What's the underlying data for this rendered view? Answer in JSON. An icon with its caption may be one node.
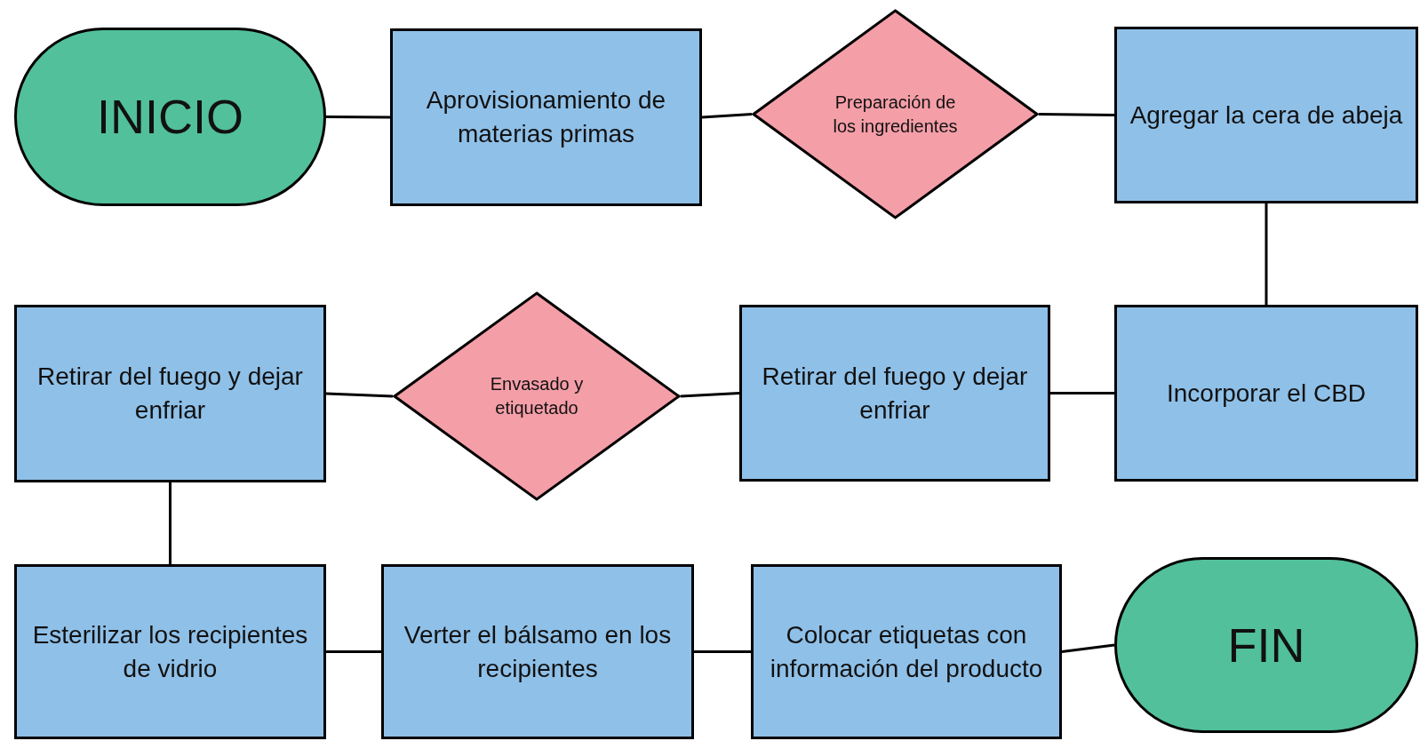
{
  "diagram": {
    "nodes": [
      {
        "text": [
          "INICIO"
        ]
      },
      {
        "text": [
          "Aprovisionamiento de materias primas"
        ]
      },
      {
        "text": [
          "Preparación de los ingredientes"
        ]
      },
      {
        "text": [
          "Agregar la cera de abeja"
        ]
      },
      {
        "text": [
          "Incorporar el CBD"
        ]
      },
      {
        "text": [
          "Retirar del fuego y dejar enfriar"
        ]
      },
      {
        "text": [
          "Envasado y etiquetado"
        ]
      },
      {
        "text": [
          "Retirar del fuego y dejar enfriar"
        ]
      },
      {
        "text": [
          "Esterilizar los recipientes de vidrio"
        ]
      },
      {
        "text": [
          "Verter el bálsamo en los recipientes"
        ]
      },
      {
        "text": [
          "Colocar etiquetas con información del producto"
        ]
      },
      {
        "text": [
          "FIN"
        ]
      }
    ],
    "edges": [
      {
        "from": 0,
        "to": 1,
        "arrow": "none"
      },
      {
        "from": 1,
        "to": 2,
        "arrow": "none"
      },
      {
        "from": 2,
        "to": 3,
        "arrow": "none"
      },
      {
        "from": 3,
        "to": 4,
        "arrow": "none"
      },
      {
        "from": 4,
        "to": 5,
        "arrow": "none"
      },
      {
        "from": 5,
        "to": 6,
        "arrow": "none"
      },
      {
        "from": 6,
        "to": 7,
        "arrow": "none"
      },
      {
        "from": 7,
        "to": 8,
        "arrow": "none"
      },
      {
        "from": 8,
        "to": 9,
        "arrow": "none"
      },
      {
        "from": 9,
        "to": 10,
        "arrow": "none"
      },
      {
        "from": 10,
        "to": 11,
        "arrow": "none"
      }
    ]
  }
}
